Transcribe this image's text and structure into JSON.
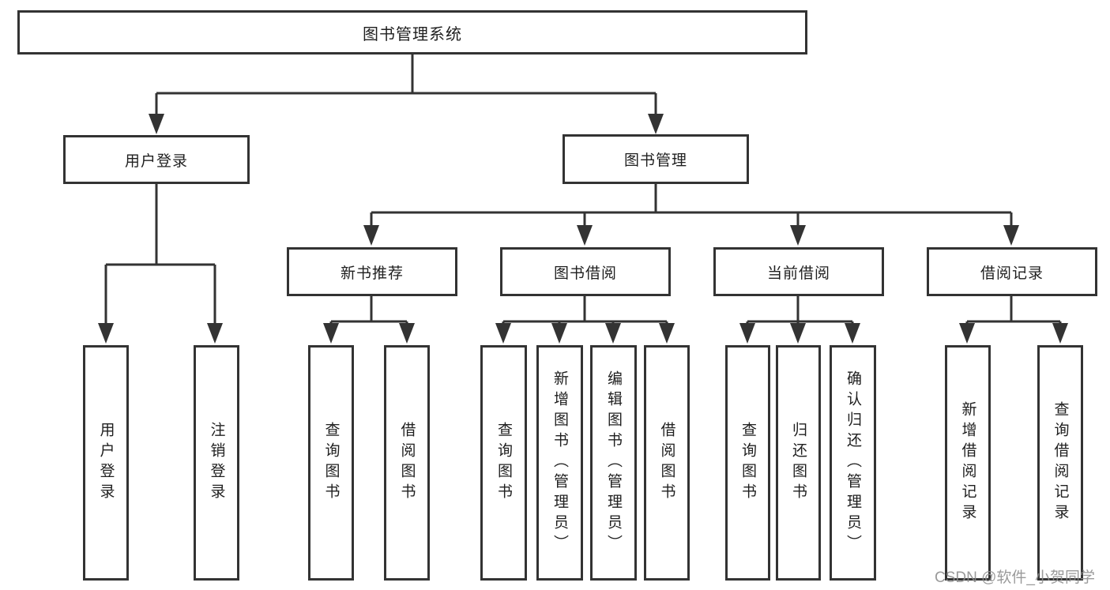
{
  "diagram": {
    "root": "图书管理系统",
    "user_login": "用户登录",
    "book_mgmt": "图书管理",
    "user_leaves": [
      "用户登录",
      "注销登录"
    ],
    "sections": [
      "新书推荐",
      "图书借阅",
      "当前借阅",
      "借阅记录"
    ],
    "newbook_leaves": [
      "查询图书",
      "借阅图书"
    ],
    "borrow_leaves": [
      "查询图书",
      "新增图书（管理员）",
      "编辑图书（管理员）",
      "借阅图书"
    ],
    "current_leaves": [
      "查询图书",
      "归还图书",
      "确认归还（管理员）"
    ],
    "record_leaves": [
      "新增借阅记录",
      "查询借阅记录"
    ]
  },
  "watermark": "CSDN @软件_小贺同学",
  "colors": {
    "line": "#333333",
    "text": "#1f1f1f",
    "background": "#ffffff",
    "watermark": "#8c8c8c"
  }
}
